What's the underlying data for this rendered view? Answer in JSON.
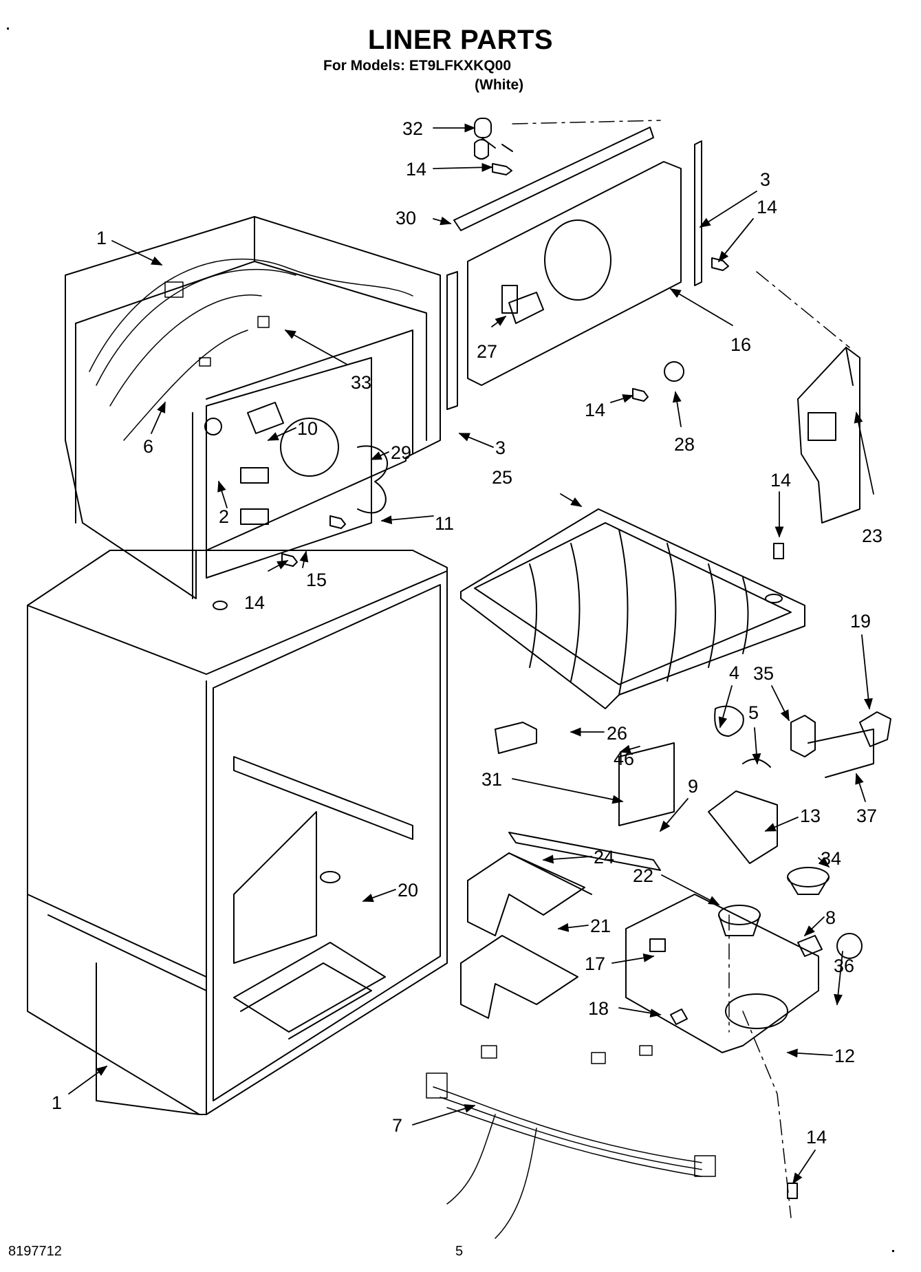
{
  "header": {
    "title": "LINER PARTS",
    "subtitle": "For Models: ET9LFKXKQ00",
    "variant": "(White)"
  },
  "footer": {
    "document_number": "8197712",
    "page_number": "5"
  },
  "callouts": [
    "32",
    "14",
    "30",
    "3",
    "14",
    "1",
    "16",
    "27",
    "14",
    "28",
    "33",
    "6",
    "10",
    "29",
    "3",
    "2",
    "11",
    "25",
    "14",
    "23",
    "14",
    "15",
    "19",
    "35",
    "4",
    "5",
    "26",
    "46",
    "31",
    "9",
    "37",
    "13",
    "24",
    "34",
    "22",
    "20",
    "8",
    "21",
    "36",
    "17",
    "18",
    "12",
    "1",
    "7",
    "14"
  ]
}
